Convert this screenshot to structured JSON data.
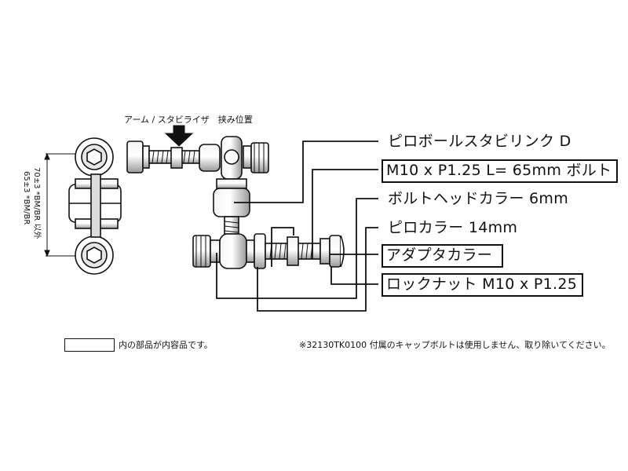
{
  "labels": {
    "pillow_ball_link": "ピロボールスタビリンク D",
    "bolt": "M10 x P1.25 L= 65mm ボルト",
    "bolt_head_collar": "ボルトヘッドカラー 6mm",
    "pillow_collar": "ピロカラー 14mm",
    "adapter_collar": "アダプタカラー",
    "lock_nut": "ロックナット M10 x P1.25"
  },
  "top_label": "アーム / スタビライザ　挟み位置",
  "dimensions": {
    "line1": "70±3 *BM/BR 以外",
    "line2": "65±3 *BM/BR"
  },
  "legend_text": "内の部品が内容品です。",
  "footnote": "※32130TK0100 付属のキャップボルトは使用しません、取り除いてください。",
  "colors": {
    "ink": "#111111",
    "part_fill": "#ffffff",
    "part_shade": "#cfcfcf"
  }
}
